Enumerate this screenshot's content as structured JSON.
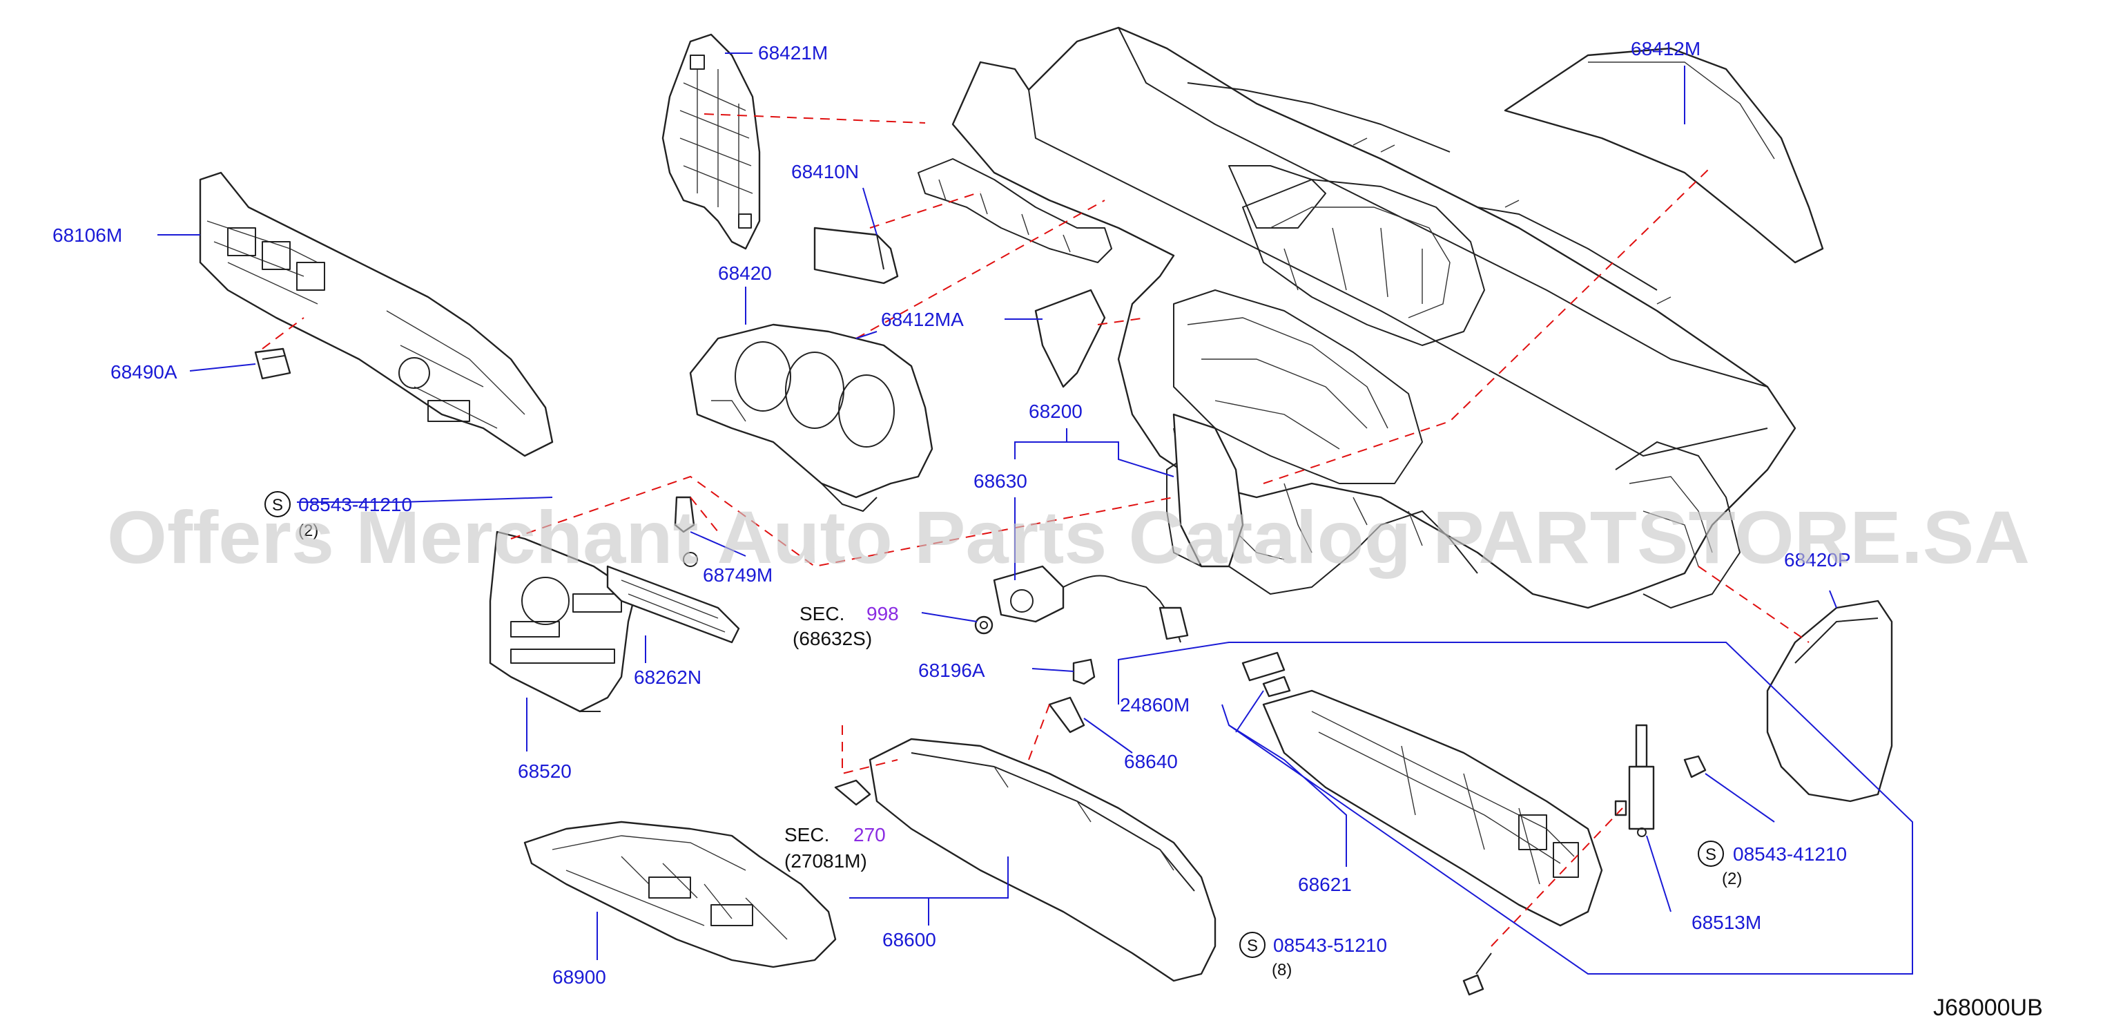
{
  "diagram": {
    "code": "J68000UB",
    "watermark": "Offers Merchant Auto Parts Catalog PARTSTORE.SA",
    "callouts": {
      "p68421M": "68421M",
      "p68412M": "68412M",
      "p68410N": "68410N",
      "p68106M": "68106M",
      "p68420": "68420",
      "p68412MA": "68412MA",
      "p68490A": "68490A",
      "p68200": "68200",
      "p68630": "68630",
      "p68749M": "68749M",
      "p68262N": "68262N",
      "p68520": "68520",
      "p68420P": "68420P",
      "p68196A": "68196A",
      "p24860M": "24860M",
      "p68640": "68640",
      "p68621": "68621",
      "p68600": "68600",
      "p68900": "68900",
      "p68513M": "68513M"
    },
    "screws": {
      "s1_num": "08543-41210",
      "s1_qty": "(2)",
      "s2_num": "08543-41210",
      "s2_qty": "(2)",
      "s3_num": "08543-51210",
      "s3_qty": "(8)",
      "symbol": "S"
    },
    "sections": {
      "sec998_label": "SEC.",
      "sec998_num": "998",
      "sec998_ref": "(68632S)",
      "sec270_label": "SEC.",
      "sec270_num": "270",
      "sec270_ref": "(27081M)"
    }
  }
}
